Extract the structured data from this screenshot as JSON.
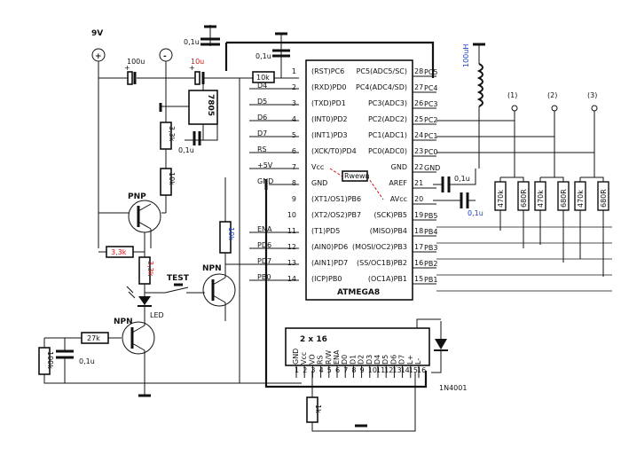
{
  "supply": {
    "voltage": "9V",
    "plus": "+",
    "minus": "-"
  },
  "capacitors": {
    "c_100u": "100u",
    "c_10u": "10u",
    "c_top": "0,1u",
    "c_mid_top": "0,1u",
    "c_reg": "0,1u",
    "c_aref": "0,1u",
    "c_avcc": "0,1u",
    "c_npn": "0,1u",
    "c_plus_a": "+",
    "c_plus_b": "+"
  },
  "resistors": {
    "r_10k_top": "10k",
    "r_33k_a": "3,3k",
    "r_10k_v": "10k",
    "r_33k_b": "3,3k",
    "r_33k_c": "3,3k",
    "r_10k_blue": "10k",
    "r_27k": "27k",
    "r_100k": "100k",
    "r_1k": "1k",
    "r_wewn": "Rwewn",
    "inputs": [
      "470k",
      "680R",
      "470k",
      "680R",
      "470k",
      "680R"
    ]
  },
  "inductor": "100uH",
  "regulator": "7805",
  "transistors": {
    "pnp": "PNP",
    "npn_test": "NPN",
    "npn_low": "NPN"
  },
  "switch": "TEST",
  "led": "LED",
  "diode": "1N4001",
  "channels": [
    "(1)",
    "(2)",
    "(3)"
  ],
  "chip": {
    "name": "ATMEGA8",
    "left_pins": [
      {
        "n": "1",
        "inner": "(RST)PC6"
      },
      {
        "n": "2",
        "inner": "(RXD)PD0"
      },
      {
        "n": "3",
        "inner": "(TXD)PD1"
      },
      {
        "n": "4",
        "inner": "(INT0)PD2"
      },
      {
        "n": "5",
        "inner": "(INT1)PD3"
      },
      {
        "n": "6",
        "inner": "(XCK/T0)PD4"
      },
      {
        "n": "7",
        "inner": "Vcc"
      },
      {
        "n": "8",
        "inner": "GND"
      },
      {
        "n": "9",
        "inner": "(XT1/OS1)PB6"
      },
      {
        "n": "10",
        "inner": "(XT2/OS2)PB7"
      },
      {
        "n": "11",
        "inner": "(T1)PD5"
      },
      {
        "n": "12",
        "inner": "(AIN0)PD6"
      },
      {
        "n": "13",
        "inner": "(AIN1)PD7"
      },
      {
        "n": "14",
        "inner": "(ICP)PB0"
      }
    ],
    "right_pins": [
      {
        "n": "28",
        "inner": "PC5(ADC5/SC)",
        "outer": "PC5"
      },
      {
        "n": "27",
        "inner": "PC4(ADC4/SD)",
        "outer": "PC4"
      },
      {
        "n": "26",
        "inner": "PC3(ADC3)",
        "outer": "PC3"
      },
      {
        "n": "25",
        "inner": "PC2(ADC2)",
        "outer": "PC2"
      },
      {
        "n": "24",
        "inner": "PC1(ADC1)",
        "outer": "PC1"
      },
      {
        "n": "23",
        "inner": "PC0(ADC0)",
        "outer": "PC0"
      },
      {
        "n": "22",
        "inner": "GND",
        "outer": "GND"
      },
      {
        "n": "21",
        "inner": "AREF",
        "outer": ""
      },
      {
        "n": "20",
        "inner": "AVcc",
        "outer": ""
      },
      {
        "n": "19",
        "inner": "(SCK)PB5",
        "outer": "PB5"
      },
      {
        "n": "18",
        "inner": "(MISO)PB4",
        "outer": "PB4"
      },
      {
        "n": "17",
        "inner": "(MOSI/OC2)PB3",
        "outer": "PB3"
      },
      {
        "n": "16",
        "inner": "(SS/OC1B)PB2",
        "outer": "PB2"
      },
      {
        "n": "15",
        "inner": "(OC1A)PB1",
        "outer": "PB1"
      }
    ],
    "left_outer": [
      "",
      "D4",
      "D5",
      "D6",
      "D7",
      "RS",
      "+5V",
      "GND",
      "",
      "",
      "ENA",
      "PD6",
      "PD7",
      "PB0"
    ]
  },
  "lcd": {
    "title": "2 x 16",
    "pins": [
      "GND",
      "Vcc",
      "VO",
      "RS",
      "R/W",
      "ENA",
      "D0",
      "D1",
      "D2",
      "D3",
      "D4",
      "D5",
      "D6",
      "D7",
      "L+",
      "L-"
    ],
    "numbers": [
      "1",
      "2",
      "3",
      "4",
      "5",
      "6",
      "7",
      "8",
      "9",
      "10",
      "11",
      "12",
      "13",
      "14",
      "15",
      "16"
    ]
  }
}
